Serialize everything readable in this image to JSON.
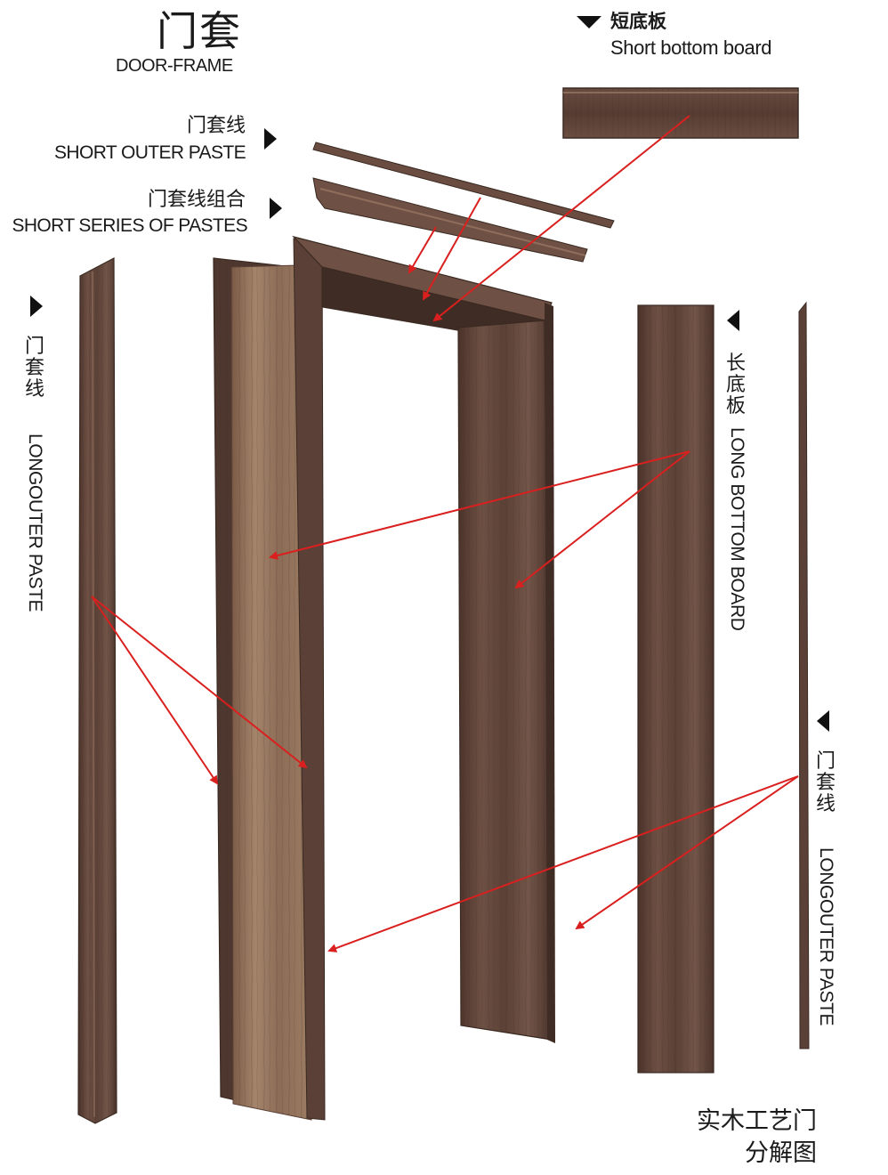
{
  "title": {
    "zh": "门套",
    "en": "DOOR-FRAME"
  },
  "labels": {
    "short_outer_paste": {
      "zh": "门套线",
      "en": "SHORT OUTER PASTE"
    },
    "short_series_pastes": {
      "zh": "门套线组合",
      "en": "SHORT SERIES OF PASTES"
    },
    "short_bottom_board": {
      "zh": "短底板",
      "en": "Short bottom board"
    },
    "left_outer_paste": {
      "zh": "门套线",
      "en": "LONGOUTER PASTE"
    },
    "long_bottom_board": {
      "zh": "长底板",
      "en": "LONG BOTTOM BOARD"
    },
    "right_outer_paste": {
      "zh": "门套线",
      "en": "LONGOUTER PASTE"
    }
  },
  "footer": {
    "line1": "实木工艺门",
    "line2": "分解图"
  },
  "colors": {
    "wood_dark": "#5a4036",
    "wood_mid": "#6e4f42",
    "wood_light": "#9a7a62",
    "wood_edge": "#3a2a22",
    "arrow": "#d9201f"
  }
}
